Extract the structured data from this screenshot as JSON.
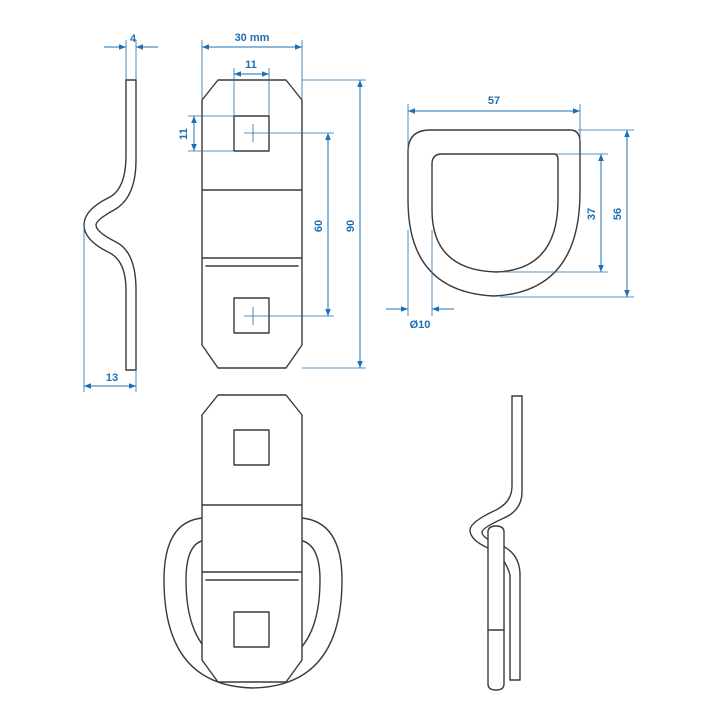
{
  "colors": {
    "dimension": "#1f6fb2",
    "outline": "#3a3a3a",
    "background": "#ffffff"
  },
  "dimensions": {
    "side_thickness": "4",
    "plate_width": "30 mm",
    "hole_width": "11",
    "hole_height": "11",
    "hole_spacing": "60",
    "plate_length": "90",
    "side_depth": "13",
    "ring_width": "57",
    "ring_inner_height": "37",
    "ring_outer_height": "56",
    "wire_diameter": "Ø10"
  }
}
